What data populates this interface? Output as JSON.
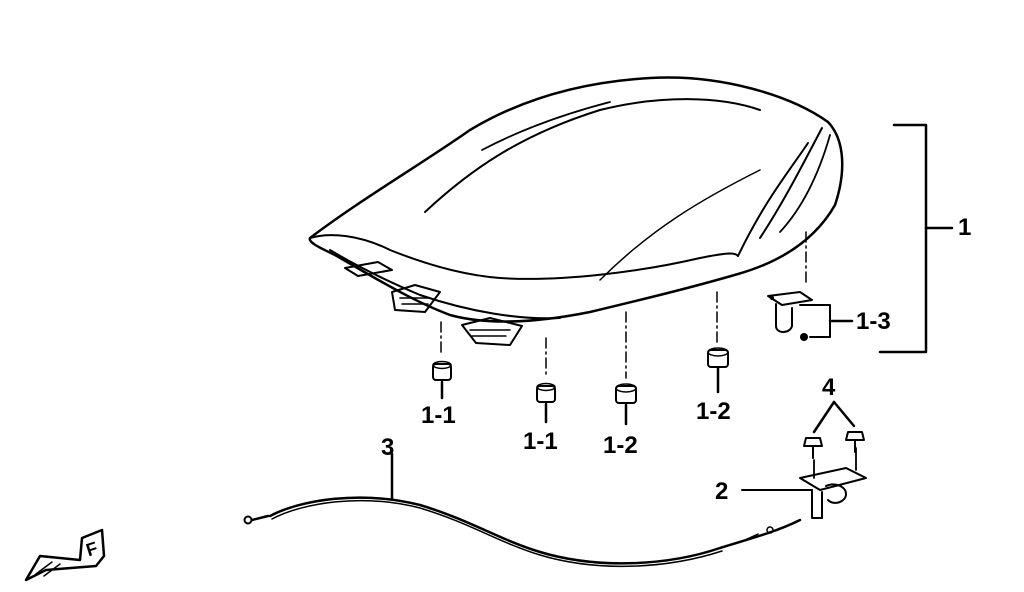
{
  "callouts": {
    "c1": "1",
    "c1_3": "1-3",
    "c1_1a": "1-1",
    "c1_1b": "1-1",
    "c1_2a": "1-2",
    "c1_2b": "1-2",
    "c2": "2",
    "c3": "3",
    "c4": "4"
  },
  "front_marker": "F"
}
